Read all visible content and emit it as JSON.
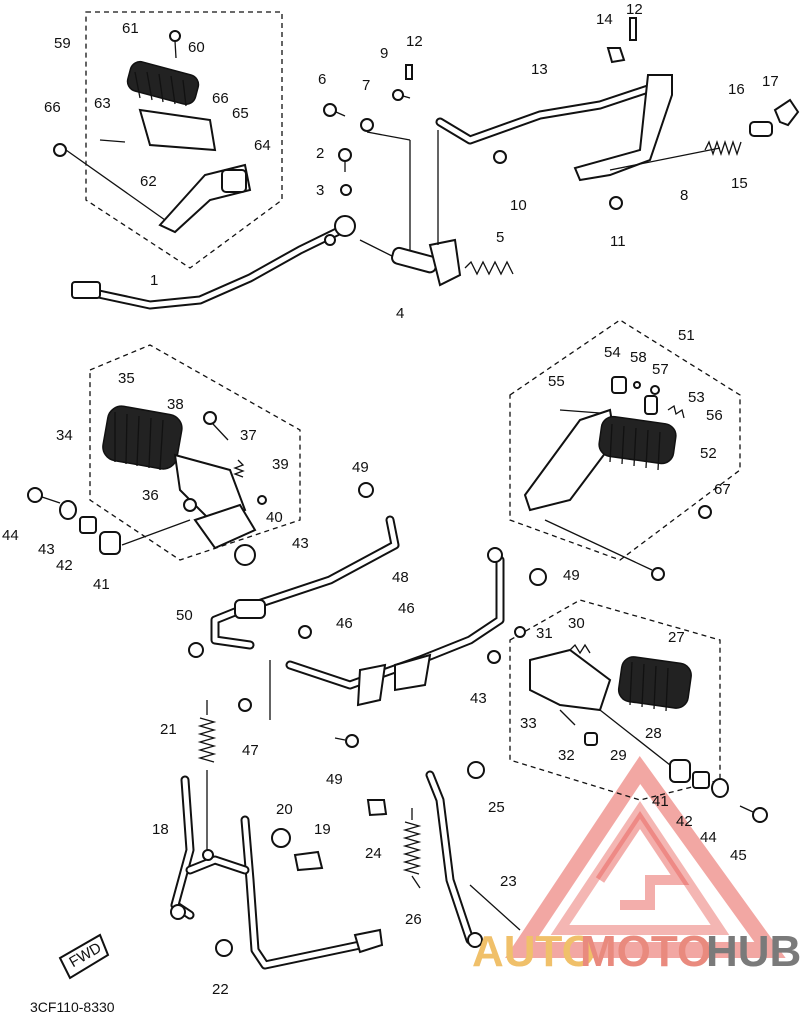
{
  "diagram": {
    "code": "3CF110-8330",
    "fwd_label": "FWD",
    "labels": [
      "1",
      "2",
      "3",
      "4",
      "5",
      "6",
      "7",
      "8",
      "9",
      "10",
      "11",
      "12",
      "12",
      "13",
      "14",
      "15",
      "16",
      "17",
      "18",
      "19",
      "20",
      "21",
      "22",
      "23",
      "24",
      "25",
      "26",
      "27",
      "28",
      "29",
      "30",
      "31",
      "32",
      "33",
      "34",
      "35",
      "36",
      "37",
      "38",
      "39",
      "40",
      "41",
      "41",
      "42",
      "42",
      "43",
      "43",
      "43",
      "44",
      "44",
      "45",
      "46",
      "46",
      "47",
      "48",
      "49",
      "49",
      "49",
      "50",
      "51",
      "52",
      "53",
      "54",
      "55",
      "56",
      "57",
      "58",
      "59",
      "60",
      "61",
      "62",
      "63",
      "64",
      "65",
      "66",
      "66",
      "67"
    ]
  },
  "watermark": {
    "part1": "AUTO",
    "part2": "MOTO",
    "part3": "HUB",
    "colors": {
      "auto": "#f0c06a",
      "moto": "#e98a7e",
      "hub": "#7a7a7a",
      "triangle": "#e3413a"
    }
  }
}
